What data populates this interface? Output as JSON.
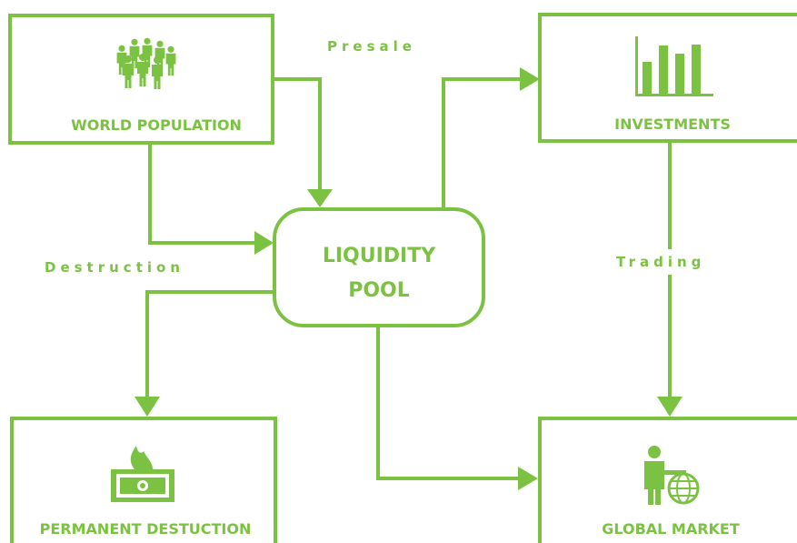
{
  "accent_color": "#7cc242",
  "nodes": {
    "world_population": {
      "label": "WORLD POPULATION",
      "icon": "crowd-icon"
    },
    "investments": {
      "label": "INVESTMENTS",
      "icon": "bar-chart-icon"
    },
    "liquidity_pool": {
      "line1": "LIQUIDITY",
      "line2": "POOL"
    },
    "permanent_destruction": {
      "label": "PERMANENT DESTUCTION",
      "icon": "burning-money-icon"
    },
    "global_market": {
      "label": "GLOBAL MARKET",
      "icon": "businessman-globe-icon"
    }
  },
  "edges": {
    "presale": "Presale",
    "destruction": "Destruction",
    "trading": "Trading"
  }
}
